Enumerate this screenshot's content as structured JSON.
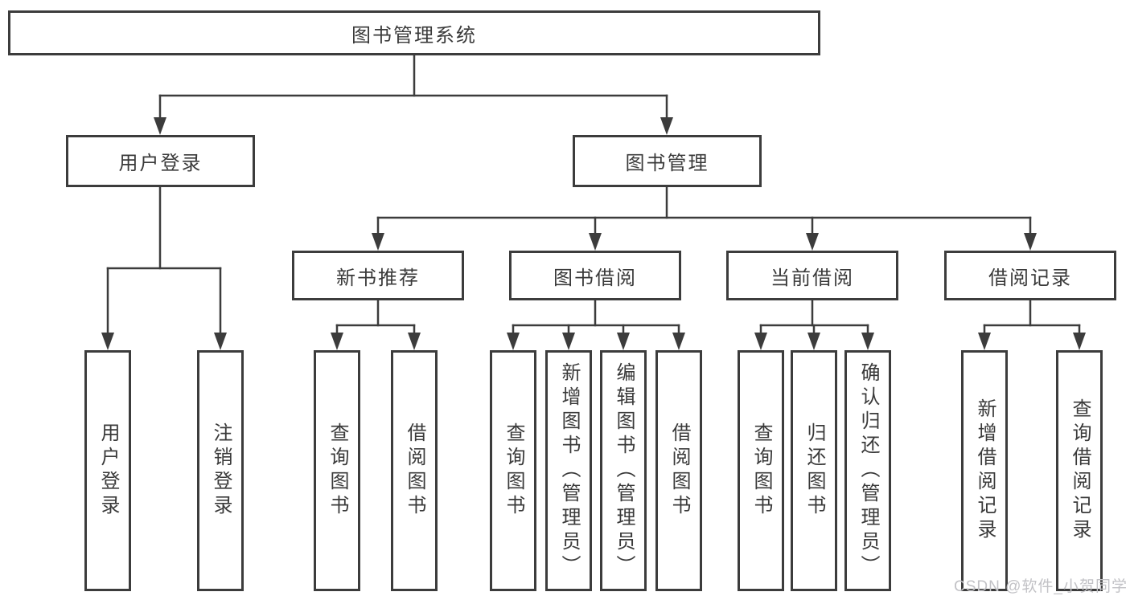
{
  "tree": {
    "root": {
      "label": "图书管理系统",
      "children": [
        {
          "label": "用户登录",
          "children": [
            {
              "label": "用户登录"
            },
            {
              "label": "注销登录"
            }
          ]
        },
        {
          "label": "图书管理",
          "children": [
            {
              "label": "新书推荐",
              "children": [
                {
                  "label": "查询图书"
                },
                {
                  "label": "借阅图书"
                }
              ]
            },
            {
              "label": "图书借阅",
              "children": [
                {
                  "label": "查询图书"
                },
                {
                  "label": "新增图书（管理员）"
                },
                {
                  "label": "编辑图书（管理员）"
                },
                {
                  "label": "借阅图书"
                }
              ]
            },
            {
              "label": "当前借阅",
              "children": [
                {
                  "label": "查询图书"
                },
                {
                  "label": "归还图书"
                },
                {
                  "label": "确认归还（管理员）"
                }
              ]
            },
            {
              "label": "借阅记录",
              "children": [
                {
                  "label": "新增借阅记录"
                },
                {
                  "label": "查询借阅记录"
                }
              ]
            }
          ]
        }
      ]
    }
  },
  "watermark": "CSDN @软件_小贺同学",
  "colors": {
    "line": "#3c3c3c",
    "text": "#3a3a3a",
    "box_background": "#ffffff",
    "watermark": "#c2c2c6"
  }
}
